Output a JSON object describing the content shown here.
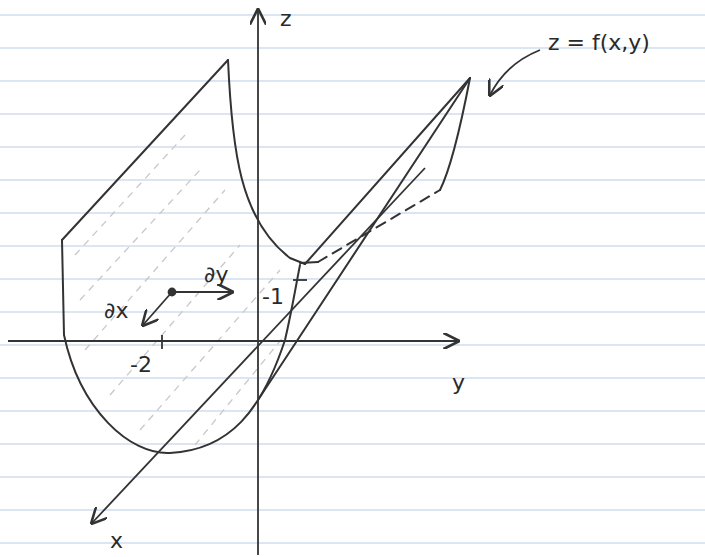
{
  "diagram": {
    "labels": [
      "z",
      "z = f(x,y)",
      "∂y",
      "∂x",
      "-1",
      "-2",
      "y",
      "x"
    ]
  }
}
